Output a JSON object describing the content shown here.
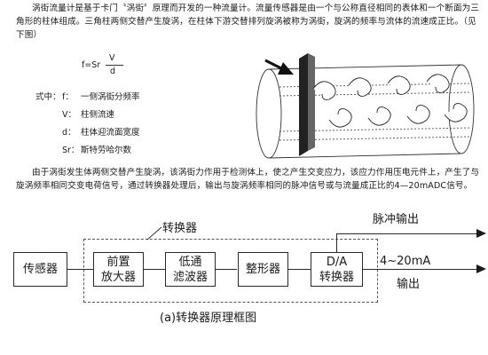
{
  "intro_paragraph": "涡街流量计是基于卡门〝涡街〞原理而开发的一种流量计。流量传感器是由一个与公称直径相同的表体和一个断面为三角形的柱体组成。三角柱两侧交替产生旋涡，在柱体下游交替排列旋涡被称为涡街，旋涡的频率与流体的流速成正比。（见下图）",
  "formula": {
    "lhs": "f=Sr",
    "numerator": "V",
    "denominator": "d"
  },
  "legend": {
    "prefix": "式中：",
    "items": [
      {
        "symbol": "f：",
        "desc": "一侧涡街分频率"
      },
      {
        "symbol": "V：",
        "desc": "柱侧流速"
      },
      {
        "symbol": "d：",
        "desc": "柱体迎流面宽度"
      },
      {
        "symbol": "Sr：",
        "desc": "斯特劳哈尔数"
      }
    ]
  },
  "principle_paragraph": "由于涡街发生体两侧交替产生旋涡，该涡街力作用于检测体上，使之产生交变应力，该应力作用压电元件上，产生了与旋涡频率相同交变电荷信号，通过转换器处理后，输出与旋涡频率相同的脉冲信号或与流量成正比的4—20mADC信号。",
  "diagram": {
    "converter_label": "转换器",
    "pulse_output_label": "脉冲输出",
    "blocks": {
      "sensor": "传感器",
      "preamp": "前置\n放大器",
      "lowpass": "低通\n滤波器",
      "shaper": "整形器",
      "da": "D/A\n转换器"
    },
    "current_label": "4~20mA",
    "output_label": "输出",
    "caption": "(a)转换器原理框图"
  },
  "colors": {
    "ink": "#1a1a1a",
    "dark_fill": "#222222"
  }
}
